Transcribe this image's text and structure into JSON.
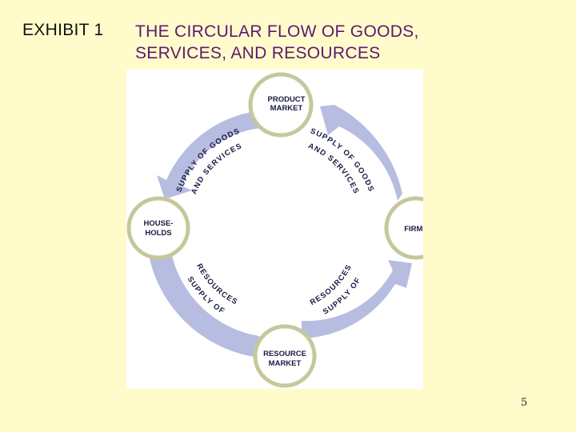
{
  "header": {
    "exhibit_label": "EXHIBIT 1",
    "title_line1": "THE CIRCULAR FLOW OF GOODS,",
    "title_line2": "SERVICES, AND RESOURCES"
  },
  "diagram": {
    "nodes": {
      "product_market": [
        "PRODUCT",
        "MARKET"
      ],
      "households": [
        "HOUSE-",
        "HOLDS"
      ],
      "firms": [
        "FIRMS"
      ],
      "resource_market": [
        "RESOURCE",
        "MARKET"
      ]
    },
    "flows": {
      "top_left": [
        "SUPPLY OF GOODS",
        "AND SERVICES"
      ],
      "top_right": [
        "SUPPLY OF GOODS",
        "AND SERVICES"
      ],
      "bottom_left": [
        "SUPPLY OF",
        "RESOURCES"
      ],
      "bottom_right": [
        "SUPPLY OF",
        "RESOURCES"
      ]
    },
    "colors": {
      "arrow_fill": "#b7bde0",
      "node_ring": "#c7c79c",
      "node_fill": "#ffffff",
      "label_text": "#1a1a44"
    }
  },
  "footer": {
    "page_number": "5"
  }
}
